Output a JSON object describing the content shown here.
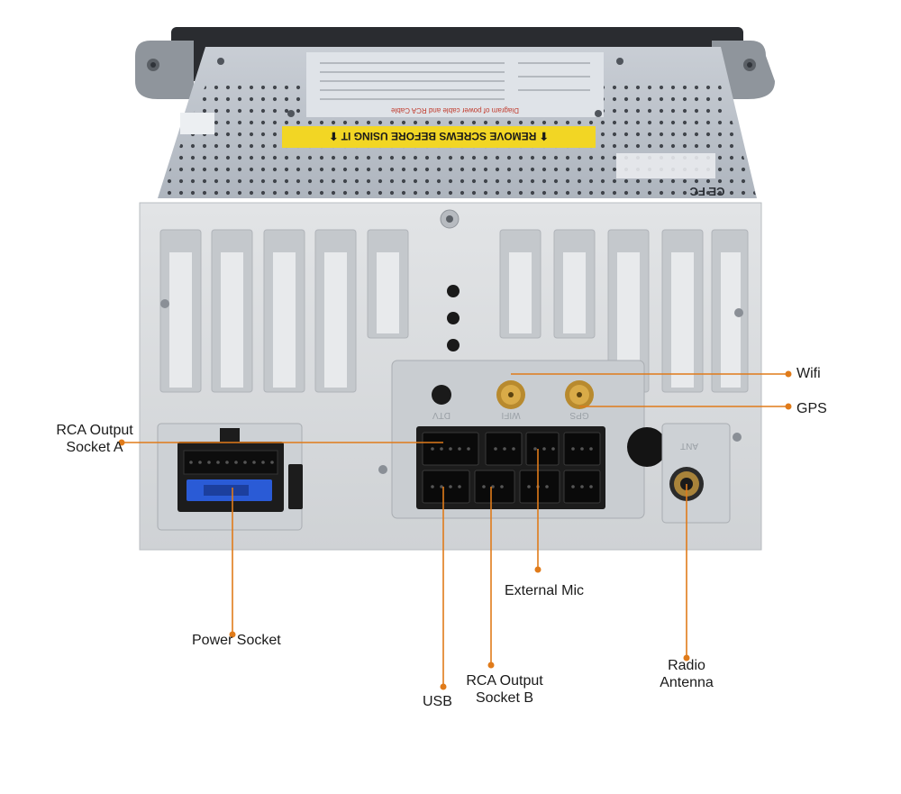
{
  "device": {
    "warning_sticker": "⬆ REMOVE SCREWS BEFORE USING IT ⬆",
    "marks": {
      "ce_fcc": "CE FC",
      "wifi_port": "WIFI",
      "gps_port": "GPS",
      "dtv_port": "DTV",
      "ant_port": "ANT"
    },
    "colors": {
      "callout": "#e07b1a",
      "chassis": "#d7d9dc",
      "top_cover": "#b9c0c8",
      "connector": "#1c1c1c",
      "fuse": "#2a5bd6",
      "warning": "#f2d624"
    }
  },
  "labels": {
    "wifi": "Wifi",
    "gps": "GPS",
    "rca_a_line1": "RCA Output",
    "rca_a_line2": "Socket A",
    "external_mic": "External Mic",
    "power_socket": "Power Socket",
    "radio_line1": "Radio",
    "radio_line2": "Antenna",
    "rca_b_line1": "RCA Output",
    "rca_b_line2": "Socket B",
    "usb": "USB"
  }
}
